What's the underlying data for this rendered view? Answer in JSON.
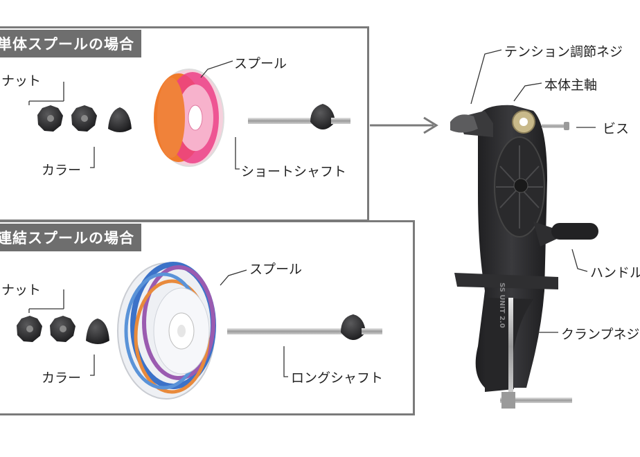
{
  "panel_single": {
    "title": "単体スプールの場合",
    "nut_label": "ナット",
    "collar_label": "カラー",
    "spool_label": "スプール",
    "shaft_label": "ショートシャフト"
  },
  "panel_linked": {
    "title": "連結スプールの場合",
    "nut_label": "ナット",
    "collar_label": "カラー",
    "spool_label": "スプール",
    "shaft_label": "ロングシャフト"
  },
  "device": {
    "tension_label": "テンション調節ネジ",
    "body_label": "本体主軸",
    "screw_label": "ビス",
    "handle_label": "ハンドル",
    "clamp_label": "クランプネジ",
    "brand_text": "SS UNIT 2.0"
  },
  "colors": {
    "panel_border": "#7a7a7a",
    "title_bg": "#6e6e6e",
    "device_body": "#2b2b2d",
    "spool_orange": "#f07a2a",
    "spool_pink": "#ec3f86"
  }
}
